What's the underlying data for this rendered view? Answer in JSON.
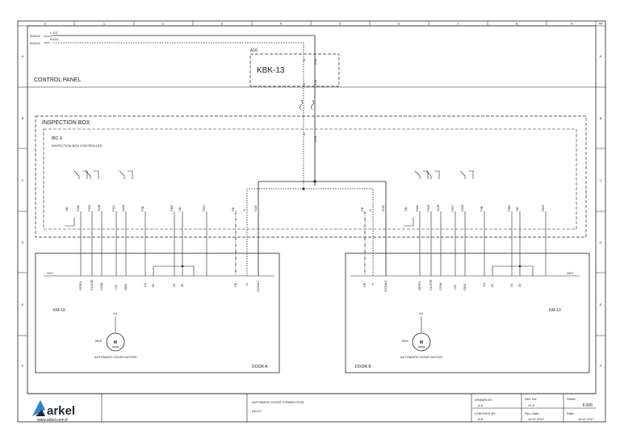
{
  "sheet": {
    "columns": [
      "0",
      "1",
      "2",
      "3",
      "4",
      "5",
      "6",
      "7",
      "8",
      "9"
    ],
    "rows": [
      "A",
      "B",
      "C",
      "D",
      "E",
      "F"
    ],
    "corner": "A4"
  },
  "supply": {
    "ref_line": "0004-8",
    "l_label": "L-DG",
    "n_label": "N-DG"
  },
  "control_panel": {
    "label": "CONTROL PANEL",
    "device_ref": "A16",
    "device_name": "KBK-13",
    "pin_n_top": "N",
    "pin_k_top": "K28",
    "pin_n_bottom": "N",
    "pin_k_bottom": "K28"
  },
  "inspection_box": {
    "label": "INSPECTION BOX",
    "controller_ref": "IBC-S",
    "controller_name": "INSPECTION BOX CONTROLLER",
    "pin_n": "N",
    "pin_k": "K28"
  },
  "door_a": {
    "label": "DOOR A",
    "card_ref": "OK1",
    "controller": "KM-10",
    "motor_terminal": "X4",
    "motor_ref": "M03",
    "motor_symbol": "M",
    "motor_caption": "AUTOMATIC DOOR MOTOR",
    "ibc_pins": [
      "SB",
      "FAB",
      "FKB",
      "SUB",
      "FKC",
      "KAB",
      "PIB",
      "PBE",
      "SB",
      "PAN",
      "PE",
      "N",
      "K28"
    ],
    "card_pins": [
      "OPEN",
      "CLOSE",
      "COM",
      "+24",
      "OBS",
      "V4",
      "IO",
      "24",
      "30",
      "PE",
      "N",
      "220VAC"
    ]
  },
  "door_b": {
    "label": "DOOR B",
    "card_ref": "OK2",
    "controller": "KM-10",
    "motor_terminal": "X4",
    "motor_ref": "M04",
    "motor_symbol": "M",
    "motor_caption": "AUTOMATIC DOOR MOTOR",
    "ibc_pins": [
      "PE",
      "N",
      "K28",
      "SB",
      "FAB",
      "FKB",
      "SUB",
      "FKC",
      "KAB",
      "PIB",
      "PBE",
      "SB",
      "PAN"
    ],
    "card_pins": [
      "PE",
      "N",
      "220VAC",
      "OPEN",
      "CLOSE",
      "COM",
      "+24",
      "OBS",
      "V4",
      "IO",
      "24",
      "30"
    ]
  },
  "title_block": {
    "logo_text": "arkel",
    "website": "www.arkel.com.tr",
    "title": "AUTOMATIC DOOR CONNECTION",
    "subtitle": "KM-10",
    "drawn_by_label": "DRAWN BY:",
    "drawn_by": "A.K.",
    "checked_by_label": "CHECKED BY:",
    "checked_by": "A.K.",
    "rev_no_label": "Rev. No:",
    "rev_no": "V1.0",
    "rev_date_label": "Rev. Date:",
    "rev_date": "14.07.2017",
    "sheet_label": "Sheet:",
    "sheet": "9.006",
    "date_label": "Date:",
    "date": "14.07.2017"
  },
  "colors": {
    "line": "#222222",
    "logo_blue": "#2a86c8",
    "logo_dark": "#1f2a36"
  }
}
